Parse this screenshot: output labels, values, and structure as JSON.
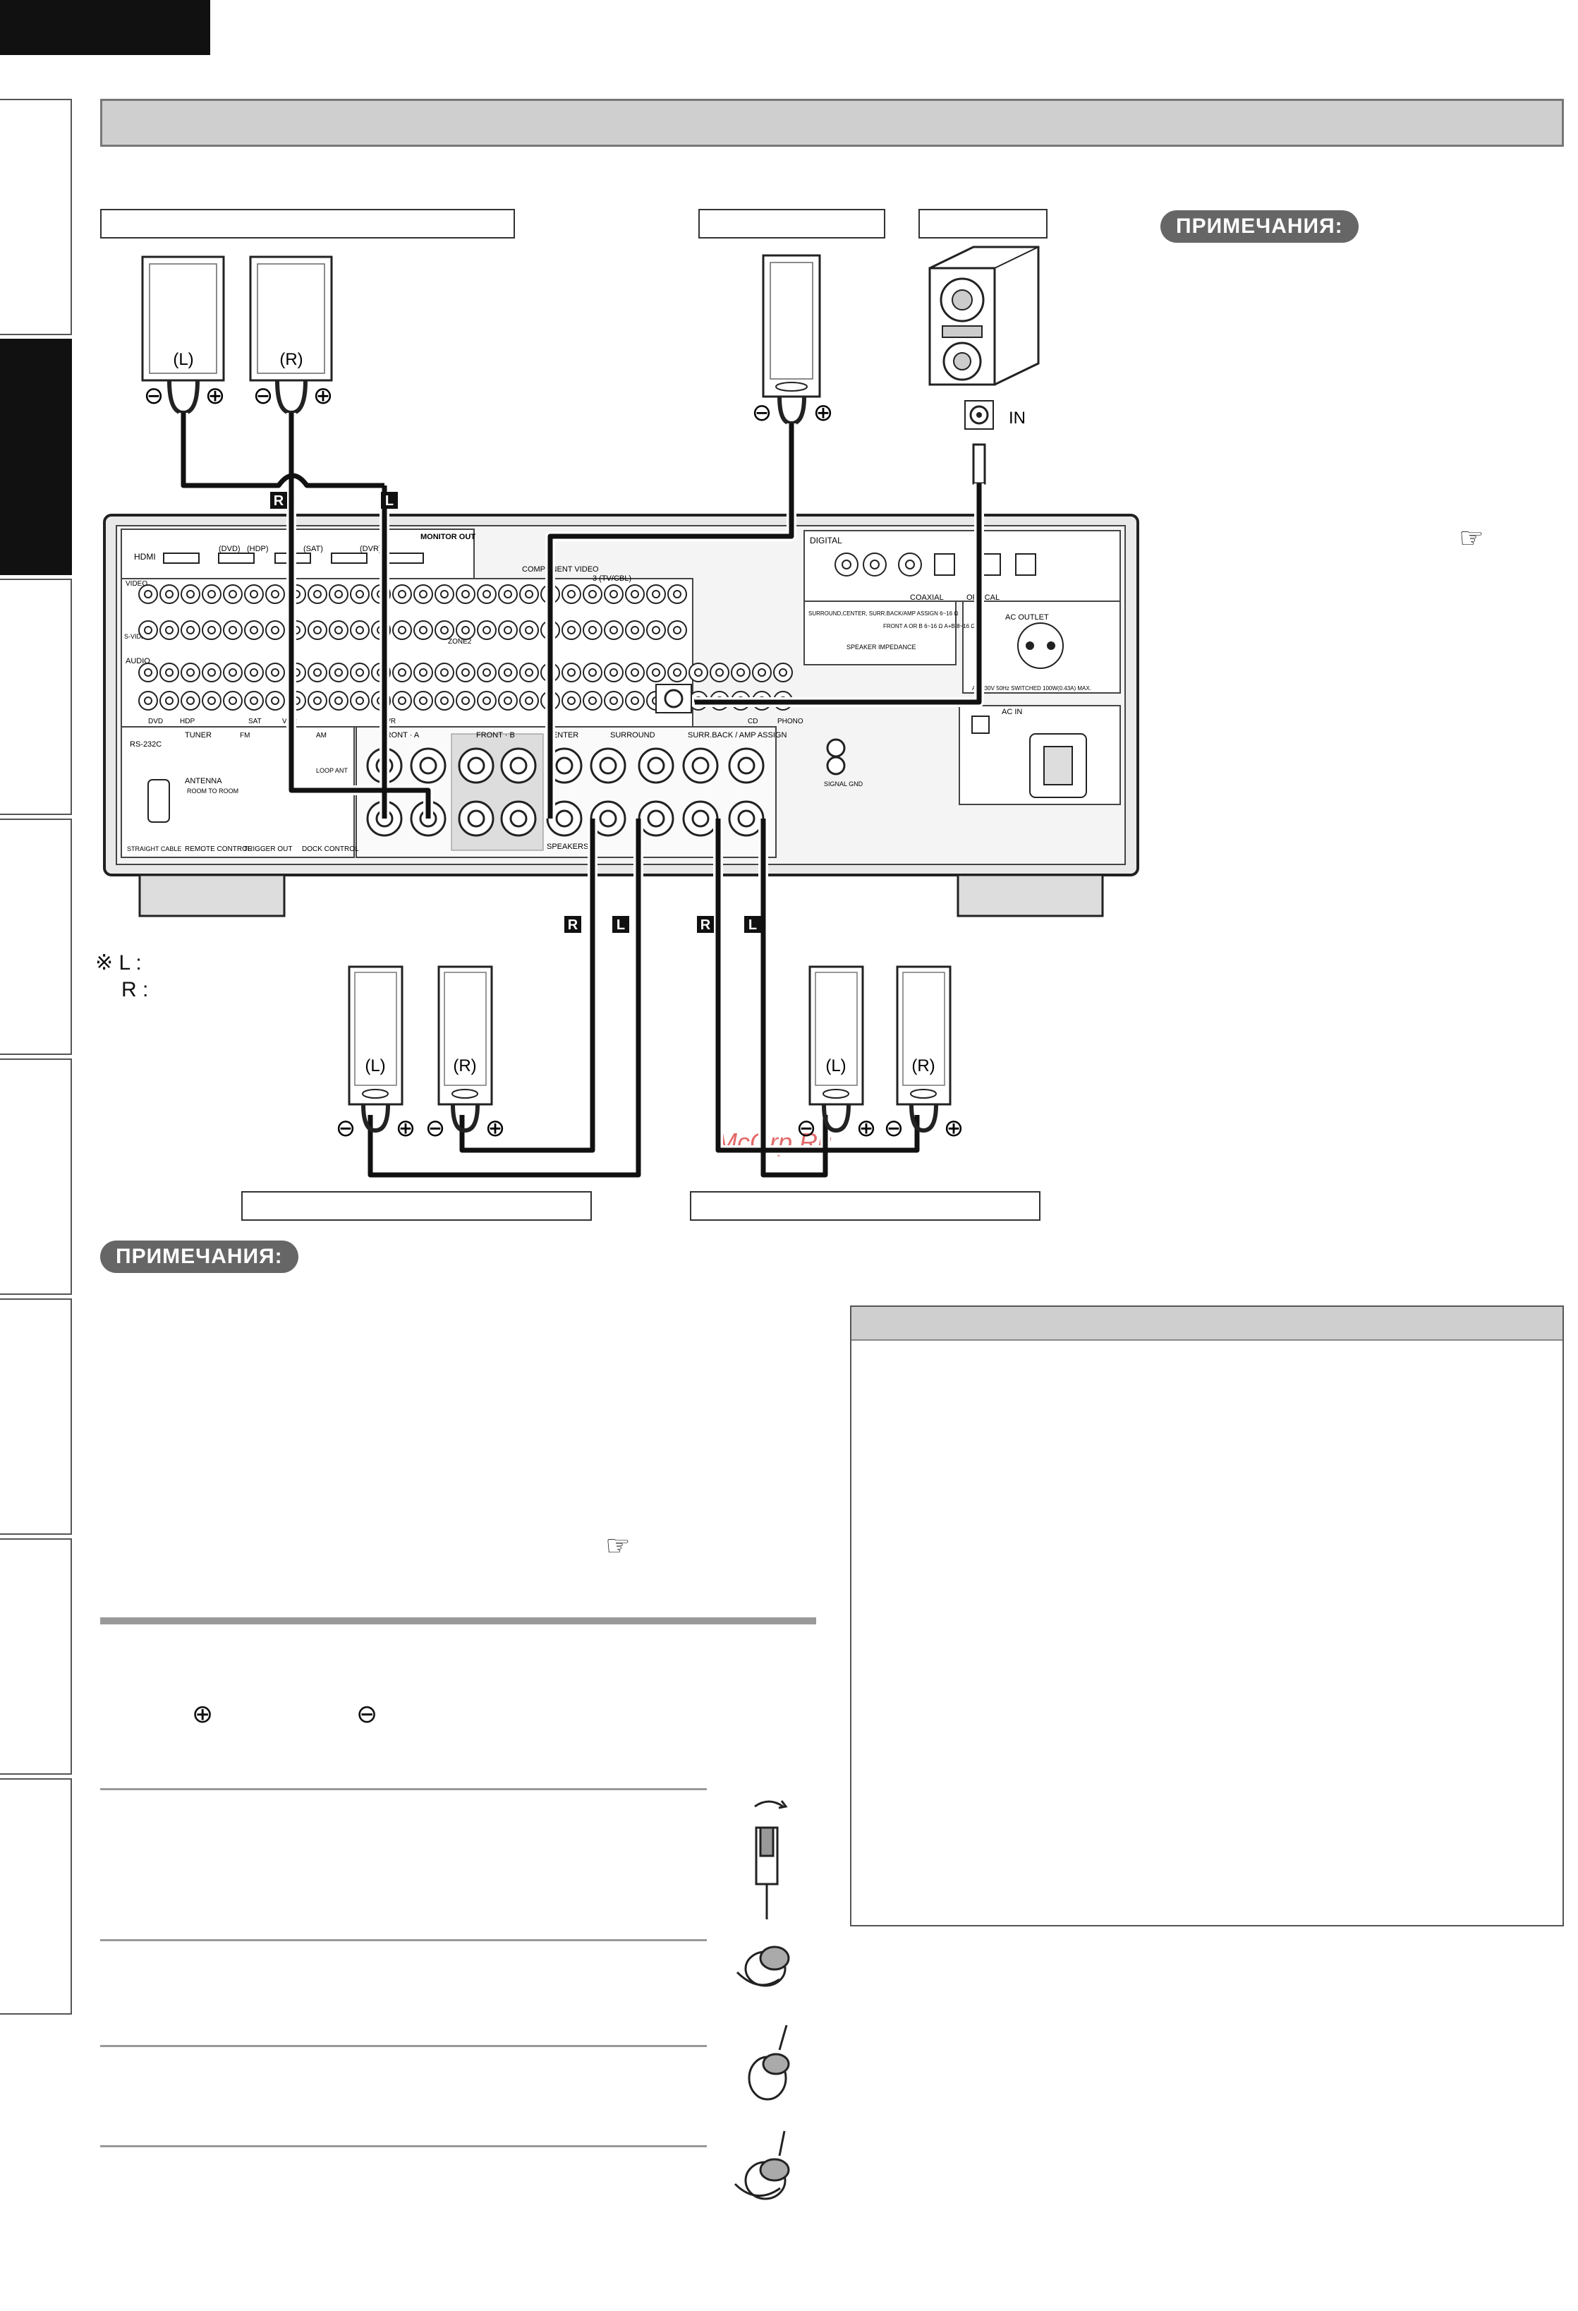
{
  "notes": {
    "label_top": "ПРИМЕЧАНИЯ:",
    "label_bottom": "ПРИМЕЧАНИЯ:"
  },
  "legend": {
    "mark": "※",
    "left": "L :",
    "right": "R :"
  },
  "speakers": {
    "front_left": "(L)",
    "front_right": "(R)",
    "surround_left": "(L)",
    "surround_right": "(R)",
    "back_left": "(L)",
    "back_right": "(R)"
  },
  "polarity": {
    "plus": "⊕",
    "minus": "⊖"
  },
  "subwoofer": {
    "input_label": "IN"
  },
  "cable_tags": {
    "r": "R",
    "l": "L"
  },
  "receiver": {
    "hdmi": "HDMI",
    "hdmi_dvd": "(DVD)",
    "hdmi_hdp": "(HDP)",
    "hdmi_sat": "(SAT)",
    "hdmi_dvr": "(DVR)",
    "monitor_out": "MONITOR OUT",
    "component_video": "COMPONENT VIDEO",
    "tv_cbl": "3 (TV/CBL)",
    "digital": "DIGITAL",
    "coaxial": "COAXIAL",
    "optical": "OPTICAL",
    "speaker_impedance": "SPEAKER IMPEDANCE",
    "surround_center_imp": "SURROUND,CENTER, SURR.BACK/AMP ASSIGN 6~16 Ω",
    "front_imp": "FRONT A OR B 6~16 Ω A+B 8~16 Ω",
    "ac_outlet": "AC OUTLET",
    "ac_rating": "AC 230V 50Hz SWITCHED 100W(0.43A) MAX.",
    "ac_in": "AC IN",
    "audio": "AUDIO",
    "video": "VIDEO",
    "s_video": "S-VIDEO",
    "tuner": "TUNER",
    "antenna": "ANTENNA",
    "rs232c": "RS-232C",
    "remote_control": "REMOTE CONTROL",
    "trigger_out": "TRIGGER OUT",
    "dock_control": "DOCK CONTROL",
    "room_to_room": "ROOM TO ROOM",
    "straight_cable": "STRAIGHT CABLE",
    "front_a": "FRONT · A",
    "front_b": "FRONT · B",
    "center": "CENTER",
    "surround": "SURROUND",
    "surr_back": "SURR.BACK / AMP ASSIGN",
    "speakers": "SPEAKERS",
    "signal_gnd": "SIGNAL GND",
    "zone2": "ZONE2",
    "phono": "PHONO",
    "dvd": "DVD",
    "hdp": "HDP",
    "sat": "SAT",
    "vcr": "VCR",
    "dvr": "DVR",
    "cd": "CD",
    "fm": "FM",
    "am": "AM",
    "loop_ant": "LOOP ANT"
  },
  "watermark": "McGrp.Ru",
  "hand_icon": "pointing-hand-icon"
}
